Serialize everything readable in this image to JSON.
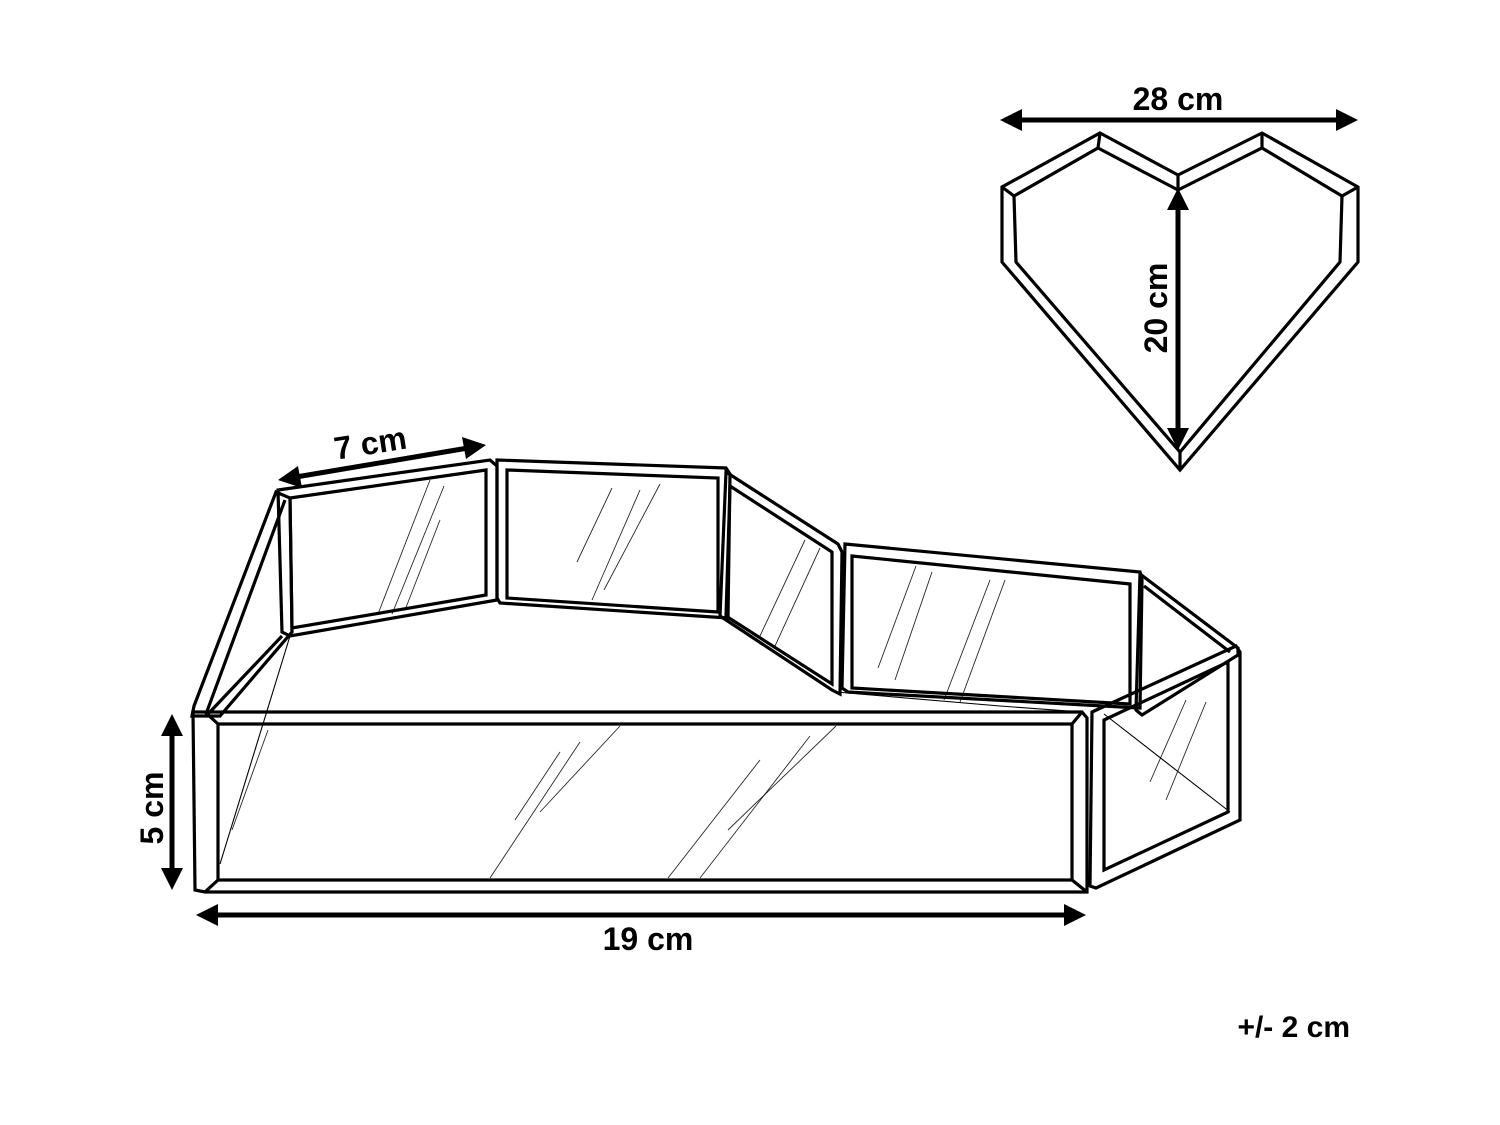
{
  "dimensions": {
    "heart_width": "28 cm",
    "heart_depth": "20 cm",
    "side_length": "7 cm",
    "height": "5 cm",
    "front_length": "19 cm"
  },
  "tolerance": "+/- 2 cm",
  "colors": {
    "ink": "#000000",
    "background": "#ffffff"
  }
}
